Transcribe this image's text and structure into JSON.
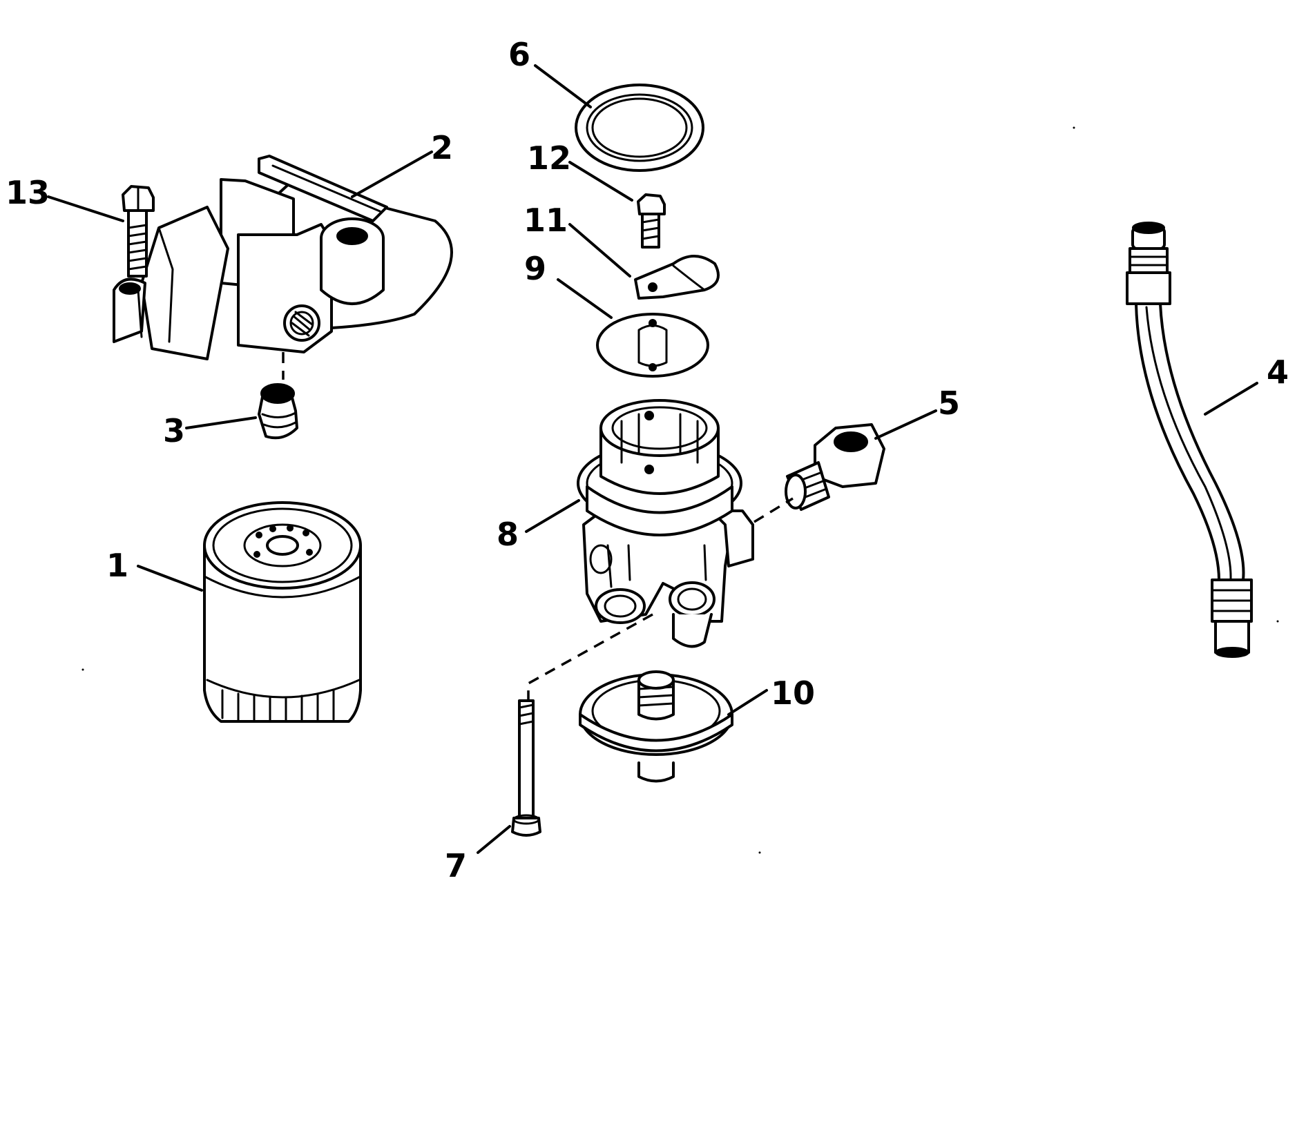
{
  "callouts": {
    "c1": "1",
    "c2": "2",
    "c3": "3",
    "c4": "4",
    "c5": "5",
    "c6": "6",
    "c7": "7",
    "c8": "8",
    "c9": "9",
    "c10": "10",
    "c11": "11",
    "c12": "12",
    "c13": "13"
  },
  "parts": [
    {
      "callout": "1",
      "icon": "oil-filter-icon"
    },
    {
      "callout": "2",
      "icon": "filter-adapter-bracket-icon"
    },
    {
      "callout": "3",
      "icon": "plug-icon"
    },
    {
      "callout": "4",
      "icon": "oil-line-hose-icon"
    },
    {
      "callout": "5",
      "icon": "elbow-fitting-icon"
    },
    {
      "callout": "6",
      "icon": "sealing-ring-icon"
    },
    {
      "callout": "7",
      "icon": "socket-head-screw-icon"
    },
    {
      "callout": "8",
      "icon": "adapter-housing-icon"
    },
    {
      "callout": "9",
      "icon": "gasket-icon"
    },
    {
      "callout": "10",
      "icon": "filter-base-icon"
    },
    {
      "callout": "11",
      "icon": "clamp-icon"
    },
    {
      "callout": "12",
      "icon": "screw-icon"
    },
    {
      "callout": "13",
      "icon": "bolt-icon"
    }
  ]
}
